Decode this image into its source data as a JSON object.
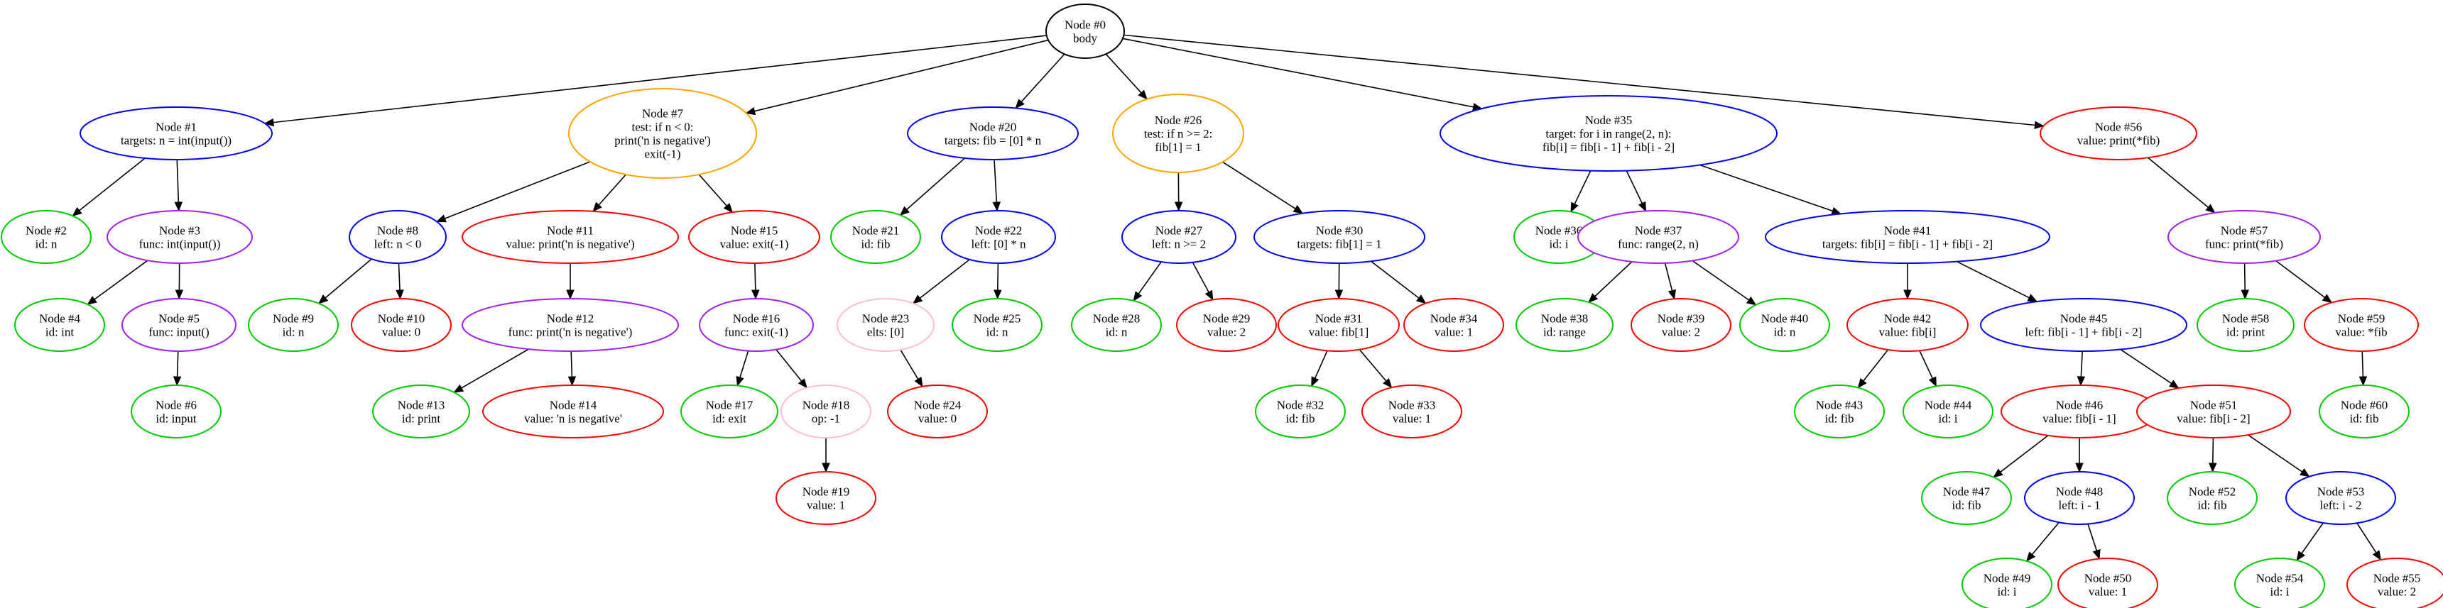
{
  "colors": {
    "black": "#000000",
    "blue": "#0000ff",
    "orange": "#ffa500",
    "red": "#ff0000",
    "green": "#00cc00",
    "purple": "#a020f0",
    "pink": "#ffc0cb"
  },
  "nodes": [
    {
      "id": 0,
      "lines": [
        "Node #0",
        "body"
      ],
      "color": "black"
    },
    {
      "id": 1,
      "lines": [
        "Node #1",
        "targets: n = int(input())"
      ],
      "color": "blue"
    },
    {
      "id": 2,
      "lines": [
        "Node #2",
        "id: n"
      ],
      "color": "green"
    },
    {
      "id": 3,
      "lines": [
        "Node #3",
        "func: int(input())"
      ],
      "color": "purple"
    },
    {
      "id": 4,
      "lines": [
        "Node #4",
        "id: int"
      ],
      "color": "green"
    },
    {
      "id": 5,
      "lines": [
        "Node #5",
        "func: input()"
      ],
      "color": "purple"
    },
    {
      "id": 6,
      "lines": [
        "Node #6",
        "id: input"
      ],
      "color": "green"
    },
    {
      "id": 7,
      "lines": [
        "Node #7",
        "test: if n < 0:",
        "print('n is negative')",
        "exit(-1)"
      ],
      "color": "orange"
    },
    {
      "id": 8,
      "lines": [
        "Node #8",
        "left: n < 0"
      ],
      "color": "blue"
    },
    {
      "id": 9,
      "lines": [
        "Node #9",
        "id: n"
      ],
      "color": "green"
    },
    {
      "id": 10,
      "lines": [
        "Node #10",
        "value: 0"
      ],
      "color": "red"
    },
    {
      "id": 11,
      "lines": [
        "Node #11",
        "value: print('n is negative')"
      ],
      "color": "red"
    },
    {
      "id": 12,
      "lines": [
        "Node #12",
        "func: print('n is negative')"
      ],
      "color": "purple"
    },
    {
      "id": 13,
      "lines": [
        "Node #13",
        "id: print"
      ],
      "color": "green"
    },
    {
      "id": 14,
      "lines": [
        "Node #14",
        "value: 'n is negative'"
      ],
      "color": "red"
    },
    {
      "id": 15,
      "lines": [
        "Node #15",
        "value: exit(-1)"
      ],
      "color": "red"
    },
    {
      "id": 16,
      "lines": [
        "Node #16",
        "func: exit(-1)"
      ],
      "color": "purple"
    },
    {
      "id": 17,
      "lines": [
        "Node #17",
        "id: exit"
      ],
      "color": "green"
    },
    {
      "id": 18,
      "lines": [
        "Node #18",
        "op: -1"
      ],
      "color": "pink"
    },
    {
      "id": 19,
      "lines": [
        "Node #19",
        "value: 1"
      ],
      "color": "red"
    },
    {
      "id": 20,
      "lines": [
        "Node #20",
        "targets: fib = [0] * n"
      ],
      "color": "blue"
    },
    {
      "id": 21,
      "lines": [
        "Node #21",
        "id: fib"
      ],
      "color": "green"
    },
    {
      "id": 22,
      "lines": [
        "Node #22",
        "left: [0] * n"
      ],
      "color": "blue"
    },
    {
      "id": 23,
      "lines": [
        "Node #23",
        "elts: [0]"
      ],
      "color": "pink"
    },
    {
      "id": 24,
      "lines": [
        "Node #24",
        "value: 0"
      ],
      "color": "red"
    },
    {
      "id": 25,
      "lines": [
        "Node #25",
        "id: n"
      ],
      "color": "green"
    },
    {
      "id": 26,
      "lines": [
        "Node #26",
        "test: if n >= 2:",
        "fib[1] = 1"
      ],
      "color": "orange"
    },
    {
      "id": 27,
      "lines": [
        "Node #27",
        "left: n >= 2"
      ],
      "color": "blue"
    },
    {
      "id": 28,
      "lines": [
        "Node #28",
        "id: n"
      ],
      "color": "green"
    },
    {
      "id": 29,
      "lines": [
        "Node #29",
        "value: 2"
      ],
      "color": "red"
    },
    {
      "id": 30,
      "lines": [
        "Node #30",
        "targets: fib[1] = 1"
      ],
      "color": "blue"
    },
    {
      "id": 31,
      "lines": [
        "Node #31",
        "value: fib[1]"
      ],
      "color": "red"
    },
    {
      "id": 32,
      "lines": [
        "Node #32",
        "id: fib"
      ],
      "color": "green"
    },
    {
      "id": 33,
      "lines": [
        "Node #33",
        "value: 1"
      ],
      "color": "red"
    },
    {
      "id": 34,
      "lines": [
        "Node #34",
        "value: 1"
      ],
      "color": "red"
    },
    {
      "id": 35,
      "lines": [
        "Node #35",
        "target: for i in range(2, n):",
        "fib[i] = fib[i - 1] + fib[i - 2]"
      ],
      "color": "blue"
    },
    {
      "id": 36,
      "lines": [
        "Node #36",
        "id: i"
      ],
      "color": "green"
    },
    {
      "id": 37,
      "lines": [
        "Node #37",
        "func: range(2, n)"
      ],
      "color": "purple"
    },
    {
      "id": 38,
      "lines": [
        "Node #38",
        "id: range"
      ],
      "color": "green"
    },
    {
      "id": 39,
      "lines": [
        "Node #39",
        "value: 2"
      ],
      "color": "red"
    },
    {
      "id": 40,
      "lines": [
        "Node #40",
        "id: n"
      ],
      "color": "green"
    },
    {
      "id": 41,
      "lines": [
        "Node #41",
        "targets: fib[i] = fib[i - 1] + fib[i - 2]"
      ],
      "color": "blue"
    },
    {
      "id": 42,
      "lines": [
        "Node #42",
        "value: fib[i]"
      ],
      "color": "red"
    },
    {
      "id": 43,
      "lines": [
        "Node #43",
        "id: fib"
      ],
      "color": "green"
    },
    {
      "id": 44,
      "lines": [
        "Node #44",
        "id: i"
      ],
      "color": "green"
    },
    {
      "id": 45,
      "lines": [
        "Node #45",
        "left: fib[i - 1] + fib[i - 2]"
      ],
      "color": "blue"
    },
    {
      "id": 46,
      "lines": [
        "Node #46",
        "value: fib[i - 1]"
      ],
      "color": "red"
    },
    {
      "id": 47,
      "lines": [
        "Node #47",
        "id: fib"
      ],
      "color": "green"
    },
    {
      "id": 48,
      "lines": [
        "Node #48",
        "left: i - 1"
      ],
      "color": "blue"
    },
    {
      "id": 49,
      "lines": [
        "Node #49",
        "id: i"
      ],
      "color": "green"
    },
    {
      "id": 50,
      "lines": [
        "Node #50",
        "value: 1"
      ],
      "color": "red"
    },
    {
      "id": 51,
      "lines": [
        "Node #51",
        "value: fib[i - 2]"
      ],
      "color": "red"
    },
    {
      "id": 52,
      "lines": [
        "Node #52",
        "id: fib"
      ],
      "color": "green"
    },
    {
      "id": 53,
      "lines": [
        "Node #53",
        "left: i - 2"
      ],
      "color": "blue"
    },
    {
      "id": 54,
      "lines": [
        "Node #54",
        "id: i"
      ],
      "color": "green"
    },
    {
      "id": 55,
      "lines": [
        "Node #55",
        "value: 2"
      ],
      "color": "red"
    },
    {
      "id": 56,
      "lines": [
        "Node #56",
        "value: print(*fib)"
      ],
      "color": "red"
    },
    {
      "id": 57,
      "lines": [
        "Node #57",
        "func: print(*fib)"
      ],
      "color": "purple"
    },
    {
      "id": 58,
      "lines": [
        "Node #58",
        "id: print"
      ],
      "color": "green"
    },
    {
      "id": 59,
      "lines": [
        "Node #59",
        "value: *fib"
      ],
      "color": "red"
    },
    {
      "id": 60,
      "lines": [
        "Node #60",
        "id: fib"
      ],
      "color": "green"
    }
  ],
  "edges": [
    [
      0,
      1
    ],
    [
      0,
      7
    ],
    [
      0,
      20
    ],
    [
      0,
      26
    ],
    [
      0,
      35
    ],
    [
      0,
      56
    ],
    [
      1,
      2
    ],
    [
      1,
      3
    ],
    [
      3,
      4
    ],
    [
      3,
      5
    ],
    [
      5,
      6
    ],
    [
      7,
      8
    ],
    [
      7,
      11
    ],
    [
      7,
      15
    ],
    [
      8,
      9
    ],
    [
      8,
      10
    ],
    [
      11,
      12
    ],
    [
      12,
      13
    ],
    [
      12,
      14
    ],
    [
      15,
      16
    ],
    [
      16,
      17
    ],
    [
      16,
      18
    ],
    [
      18,
      19
    ],
    [
      20,
      21
    ],
    [
      20,
      22
    ],
    [
      22,
      23
    ],
    [
      22,
      25
    ],
    [
      23,
      24
    ],
    [
      26,
      27
    ],
    [
      26,
      30
    ],
    [
      27,
      28
    ],
    [
      27,
      29
    ],
    [
      30,
      31
    ],
    [
      30,
      34
    ],
    [
      31,
      32
    ],
    [
      31,
      33
    ],
    [
      35,
      36
    ],
    [
      35,
      37
    ],
    [
      35,
      41
    ],
    [
      37,
      38
    ],
    [
      37,
      39
    ],
    [
      37,
      40
    ],
    [
      41,
      42
    ],
    [
      41,
      45
    ],
    [
      42,
      43
    ],
    [
      42,
      44
    ],
    [
      45,
      46
    ],
    [
      45,
      51
    ],
    [
      46,
      47
    ],
    [
      46,
      48
    ],
    [
      48,
      49
    ],
    [
      48,
      50
    ],
    [
      51,
      52
    ],
    [
      51,
      53
    ],
    [
      53,
      54
    ],
    [
      53,
      55
    ],
    [
      56,
      57
    ],
    [
      57,
      58
    ],
    [
      57,
      59
    ],
    [
      59,
      60
    ]
  ]
}
